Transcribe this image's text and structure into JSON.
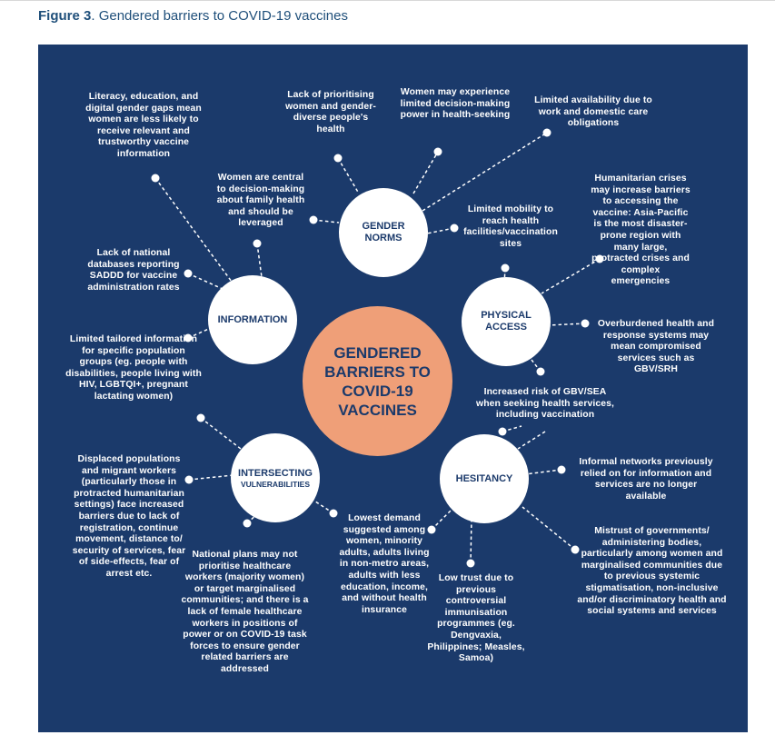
{
  "figure": {
    "label": "Figure 3",
    "caption": ". Gendered barriers to COVID-19 vaccines"
  },
  "center": "GENDERED BARRIERS TO COVID-19 VACCINES",
  "hubs": {
    "gender_norms": "GENDER NORMS",
    "information": "INFORMATION",
    "physical_access": "PHYSICAL ACCESS",
    "intersecting_main": "INTERSECTING",
    "intersecting_sub": "VULNERABILITIES",
    "hesitancy": "HESITANCY"
  },
  "gender_norms_items": {
    "prioritising": "Lack of prioritising women and gender-diverse people's health",
    "decision_power": "Women may experience limited decision-making power in health-seeking",
    "availability": "Limited availability due to work and domestic care obligations",
    "central": "Women are central to decision-making about family health and should be leveraged",
    "mobility": "Limited mobility to reach health facilities/vaccination sites"
  },
  "information_items": {
    "literacy": "Literacy, education, and digital gender gaps mean women are less likely to receive relevant and trustworthy vaccine information",
    "databases": "Lack of national databases reporting SADDD for vaccine administration rates",
    "tailored": "Limited tailored information for specific population groups (eg. people with disabilities, people living with HIV, LGBTQI+, pregnant lactating women)"
  },
  "physical_access_items": {
    "humanitarian": "Humanitarian crises may increase barriers to accessing the vaccine: Asia-Pacific is the most disaster-prone region with many large, protracted crises and complex emergencies",
    "overburdened": "Overburdened health and response systems may mean compromised services such as GBV/SRH",
    "gbv": "Increased risk of GBV/SEA when seeking health services, including vaccination"
  },
  "intersecting_items": {
    "displaced": "Displaced populations and migrant workers (particularly those in protracted humanitarian settings) face increased barriers due to lack of registration, continue movement, distance to/ security of services, fear of side-effects, fear of arrest etc.",
    "national_plans": "National plans may not prioritise healthcare workers (majority women) or target marginalised communities; and there is a lack of female healthcare workers in positions of power or on COVID-19 task forces to ensure gender related barriers are addressed",
    "lowest_demand": "Lowest demand suggested among women, minority adults, adults living in non-metro areas, adults with less education, income, and without health insurance"
  },
  "hesitancy_items": {
    "informal": "Informal networks previously relied on for information and services are no longer available",
    "mistrust": "Mistrust of governments/ administering bodies, particularly among women and marginalised communities due to previous systemic stigmatisation, non-inclusive and/or discriminatory health and social systems and services",
    "low_trust": "Low trust due to previous controversial immunisation programmes (eg. Dengvaxia, Philippines; Measles, Samoa)"
  },
  "colors": {
    "panel": "#1b3a6b",
    "center": "#ef9f78",
    "hub": "#ffffff",
    "text": "#ffffff"
  }
}
